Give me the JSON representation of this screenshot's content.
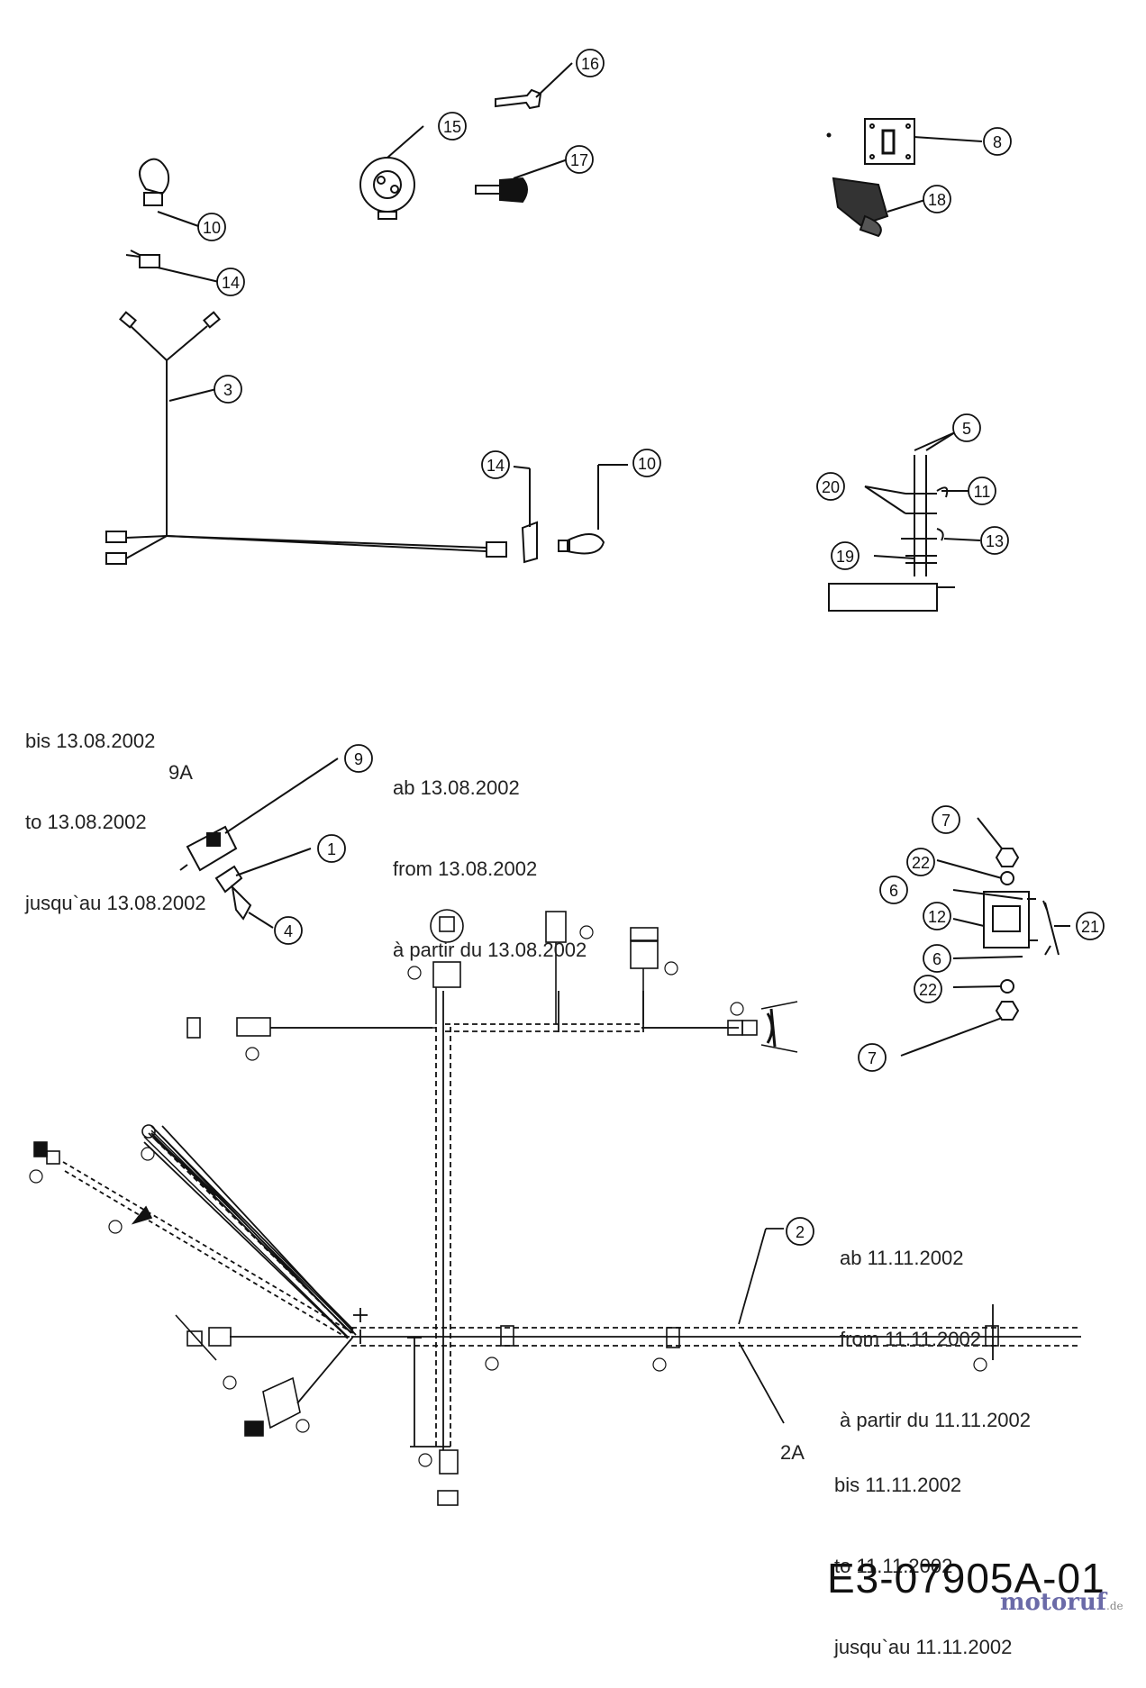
{
  "callouts": [
    {
      "id": "c16",
      "label": "16"
    },
    {
      "id": "c15",
      "label": "15"
    },
    {
      "id": "c17",
      "label": "17"
    },
    {
      "id": "c10a",
      "label": "10"
    },
    {
      "id": "c14a",
      "label": "14"
    },
    {
      "id": "c8",
      "label": "8"
    },
    {
      "id": "c18",
      "label": "18"
    },
    {
      "id": "c3",
      "label": "3"
    },
    {
      "id": "c14b",
      "label": "14"
    },
    {
      "id": "c10b",
      "label": "10"
    },
    {
      "id": "c5",
      "label": "5"
    },
    {
      "id": "c20",
      "label": "20"
    },
    {
      "id": "c11",
      "label": "11"
    },
    {
      "id": "c13",
      "label": "13"
    },
    {
      "id": "c19",
      "label": "19"
    },
    {
      "id": "c9",
      "label": "9"
    },
    {
      "id": "c1",
      "label": "1"
    },
    {
      "id": "c4",
      "label": "4"
    },
    {
      "id": "c7a",
      "label": "7"
    },
    {
      "id": "c22a",
      "label": "22"
    },
    {
      "id": "c6a",
      "label": "6"
    },
    {
      "id": "c12",
      "label": "12"
    },
    {
      "id": "c21",
      "label": "21"
    },
    {
      "id": "c6b",
      "label": "6"
    },
    {
      "id": "c22b",
      "label": "22"
    },
    {
      "id": "c7b",
      "label": "7"
    },
    {
      "id": "c2",
      "label": "2"
    }
  ],
  "notes": {
    "until_0813": [
      "bis 13.08.2002",
      "to 13.08.2002",
      "jusqu`au 13.08.2002"
    ],
    "from_0813": [
      "ab 13.08.2002",
      "from 13.08.2002",
      "à partir du 13.08.2002"
    ],
    "from_1111": [
      "ab 11.11.2002",
      "from 11.11.2002",
      "à partir du 11.11.2002"
    ],
    "until_1111": [
      "bis 11.11.2002",
      "to 11.11.2002",
      "jusqu`au 11.11.2002"
    ]
  },
  "variant_labels": {
    "v9a": "9A",
    "v2a": "2A"
  },
  "diagram_code": "E3-07905A-01",
  "watermark": {
    "name": "motoruf",
    "tld": ".de"
  }
}
